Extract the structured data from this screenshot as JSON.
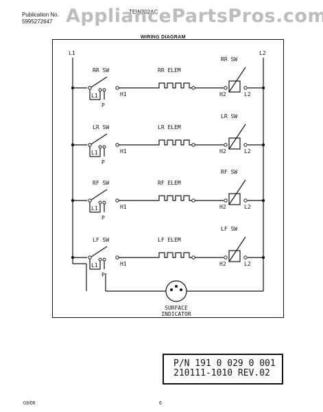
{
  "header": {
    "publication_label": "Publication No.",
    "publication_number": "5995272647",
    "model_number": "TEW302AC",
    "title": "WIRING DIAGRAM"
  },
  "watermark": "AppliancePartsPros.com",
  "rails": {
    "left": "L1",
    "right": "L2"
  },
  "rows": [
    {
      "switch": "RR SW",
      "element": "RR ELEM",
      "right_switch": "RR SW"
    },
    {
      "switch": "LR SW",
      "element": "LR ELEM",
      "right_switch": "LR SW"
    },
    {
      "switch": "RF SW",
      "element": "RF ELEM",
      "right_switch": "RF SW"
    },
    {
      "switch": "LF SW",
      "element": "LF ELEM",
      "right_switch": "LF SW"
    }
  ],
  "terminals": {
    "l1": "L1",
    "l2": "L2",
    "h1": "H1",
    "h2": "H2",
    "p": "P"
  },
  "indicator": {
    "line1": "SURFACE",
    "line2": "INDICATOR"
  },
  "part_number": {
    "line1": "P/N 191 0 029 0 001",
    "line2": "210111-1010 REV.02"
  },
  "footer": {
    "date": "03/06",
    "page": "6"
  }
}
